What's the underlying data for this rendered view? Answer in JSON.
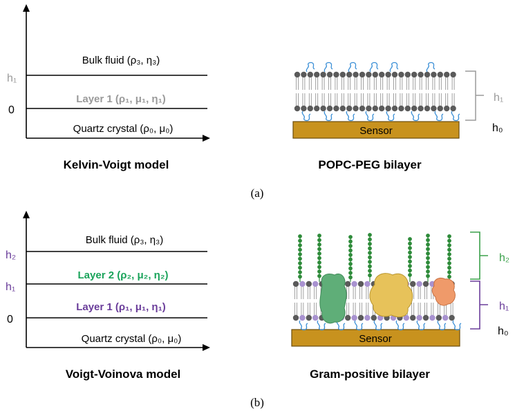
{
  "panel_a": {
    "model": {
      "bulk": "Bulk fluid (ρ₃, η₃)",
      "layer1": "Layer 1 (ρ₁, μ₁, η₁)",
      "substrate": "Quartz crystal (ρ₀, μ₀)",
      "h1": "h₁",
      "zero": "0",
      "title": "Kelvin-Voigt model",
      "layer1_color": "#9a9a9a"
    },
    "bilayer": {
      "sensor": "Sensor",
      "h1": "h₁",
      "h0": "h₀",
      "title": "POPC-PEG bilayer",
      "bracket_color": "#9a9a9a"
    },
    "caption": "(a)"
  },
  "panel_b": {
    "model": {
      "bulk": "Bulk fluid (ρ₃, η₃)",
      "layer2": "Layer 2 (ρ₂, μ₂, η₂)",
      "layer1": "Layer 1 (ρ₁, μ₁, η₁)",
      "substrate": "Quartz crystal (ρ₀, μ₀)",
      "h2": "h₂",
      "h1": "h₁",
      "zero": "0",
      "title": "Voigt-Voinova model",
      "layer2_color": "#1aa35a",
      "layer1_color": "#6a3d9a"
    },
    "bilayer": {
      "sensor": "Sensor",
      "h2": "h₂",
      "h1": "h₁",
      "h0": "h₀",
      "title": "Gram-positive bilayer",
      "h2_color": "#3aa04a",
      "h1_color": "#6a3d9a"
    },
    "caption": "(b)"
  },
  "colors": {
    "sensor_fill": "#c8921e",
    "lipid_head": "#5a5a5a",
    "lipid_head_purple": "#a892d0",
    "peg": "#3b8fd6",
    "chain": "#2e8b3a",
    "protein_green": "#5fae78",
    "protein_yellow": "#e7c25a",
    "protein_orange": "#ef9a6a"
  }
}
